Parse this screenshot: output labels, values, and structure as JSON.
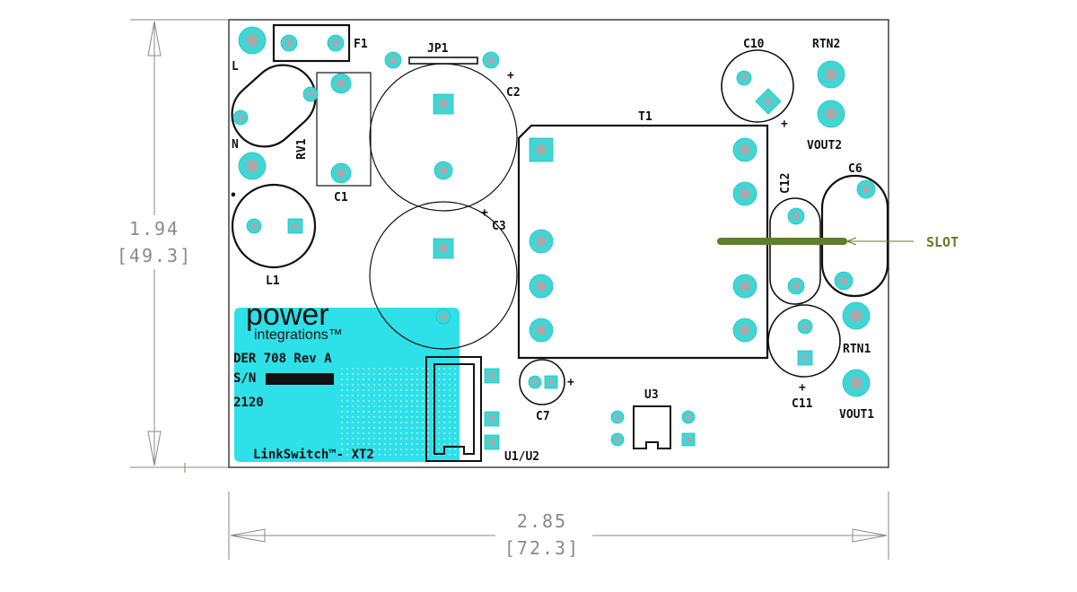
{
  "dimensions": {
    "height": {
      "value": "1.94",
      "metric": "[49.3]"
    },
    "width": {
      "value": "2.85",
      "metric": "[72.3]"
    }
  },
  "components": {
    "L": "L",
    "N": "N",
    "F1": "F1",
    "JP1": "JP1",
    "RV1": "RV1",
    "C1": "C1",
    "C2": "C2",
    "C3": "C3",
    "L1": "L1",
    "C10": "C10",
    "RTN2": "RTN2",
    "VOUT2": "VOUT2",
    "T1": "T1",
    "C12": "C12",
    "C6": "C6",
    "RTN1": "RTN1",
    "C11": "C11",
    "VOUT1": "VOUT1",
    "U3": "U3",
    "C7": "C7",
    "U1U2": "U1/U2"
  },
  "polarity": "+",
  "dot": "•",
  "slot_label": "SLOT",
  "logo": {
    "line1": "power",
    "line2": "integrations™"
  },
  "board_info": {
    "title": "DER 708 Rev A",
    "serial_label": "S/N",
    "date_code": "2120",
    "product": "LinkSwitch™- XT2"
  },
  "colors": {
    "pad": "#3fd6d6",
    "drill": "#a9a9a9",
    "silk": "#111111",
    "slot": "#5f7d2a",
    "logo_area": "#2ee0e8",
    "dim_line": "#8a8a8a"
  }
}
